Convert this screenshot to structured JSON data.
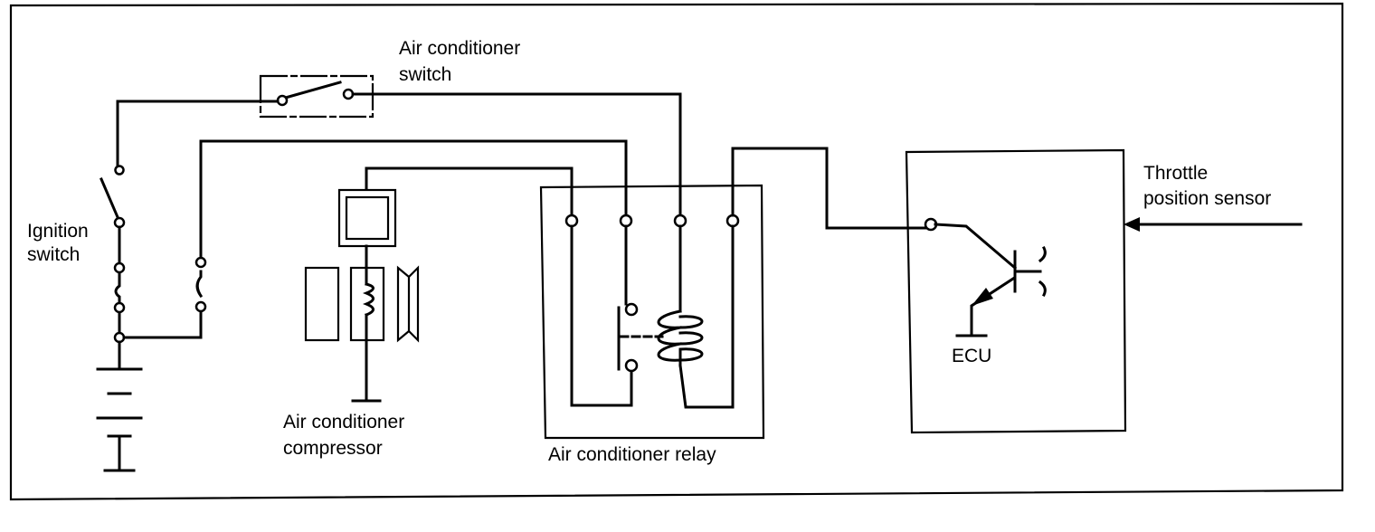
{
  "labels": {
    "ac_switch_line1": "Air conditioner",
    "ac_switch_line2": "switch",
    "ignition_line1": "Ignition",
    "ignition_line2": "switch",
    "compressor_line1": "Air conditioner",
    "compressor_line2": "compressor",
    "relay": "Air conditioner relay",
    "tps_line1": "Throttle",
    "tps_line2": "position sensor",
    "ecu": "ECU"
  }
}
